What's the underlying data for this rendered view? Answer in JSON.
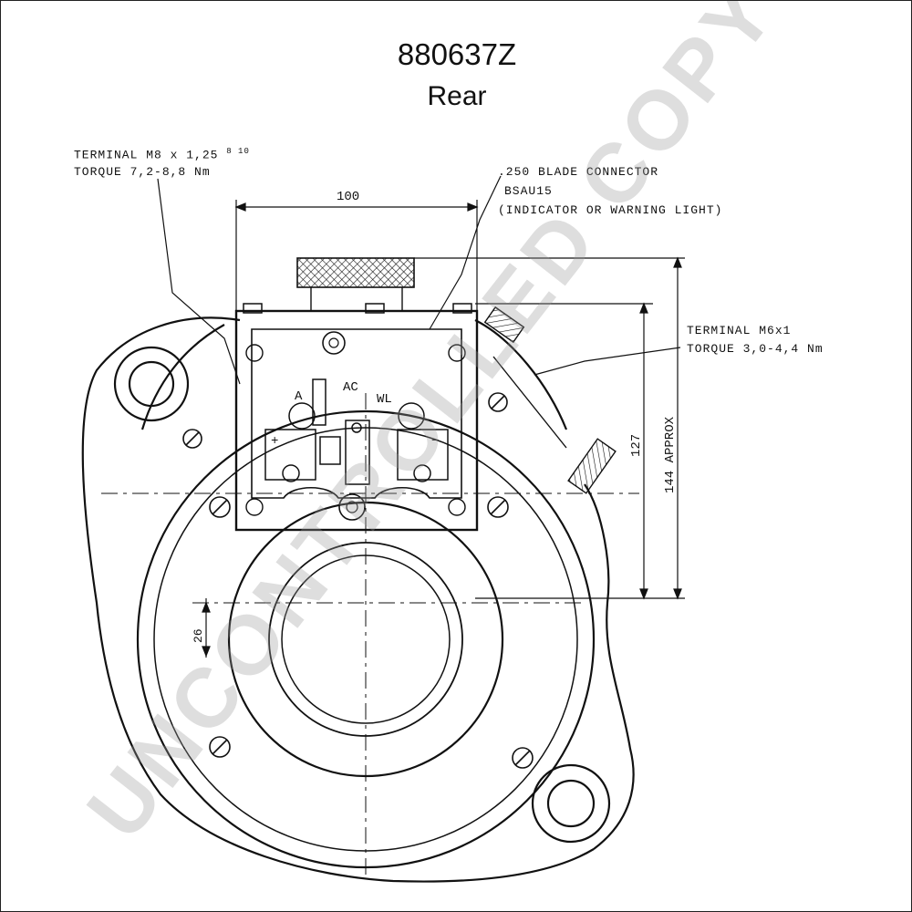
{
  "header": {
    "part_number": "880637Z",
    "view": "Rear"
  },
  "annotations": {
    "terminal_main": {
      "line1": "TERMINAL M8 x 1,25",
      "superscript": "8 10",
      "line2": "TORQUE 7,2-8,8 Nm"
    },
    "blade_connector": {
      "line1": ".250 BLADE CONNECTOR",
      "line2": "BSAU15",
      "line3": "(INDICATOR OR WARNING LIGHT)"
    },
    "terminal_secondary": {
      "line1": "TERMINAL M6x1",
      "line2": "TORQUE 3,0-4,4 Nm"
    },
    "terminals": {
      "a": "A",
      "ac": "AC",
      "wl": "WL",
      "plus": "+",
      "minus": "−"
    }
  },
  "dimensions": {
    "width_top": "100",
    "height_inner": "127",
    "height_outer": "144 APPROX",
    "offset_left": "26"
  },
  "watermark": "UNCONTROLLED COPY"
}
